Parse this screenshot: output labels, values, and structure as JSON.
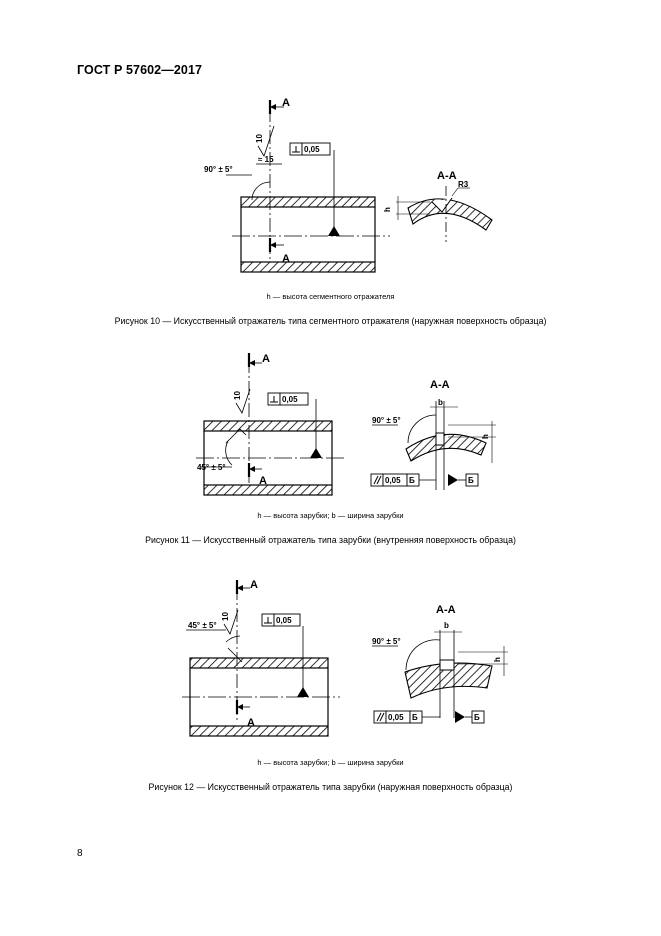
{
  "header": {
    "doc_id": "ГОСТ Р 57602—2017"
  },
  "figures": [
    {
      "legend": "h — высота сегментного отражателя",
      "caption": "Рисунок  10 — Искусственный отражатель типа сегментного отражателя (наружная поверхность образца)",
      "labels": {
        "section_a": "А",
        "section_aa": "А-А",
        "roughness": "10",
        "angle": "90° ± 5°",
        "dim": "≈ 15",
        "tol": "0,05",
        "radius": "R3",
        "h": "h"
      }
    },
    {
      "legend": "h — высота зарубки; b — ширина зарубки",
      "caption": "Рисунок  11 — Искусственный отражатель типа зарубки (внутренняя поверхность образца)",
      "labels": {
        "section_a": "А",
        "section_aa": "А-А",
        "roughness": "10",
        "angle45": "45° ± 5°",
        "angle90": "90° ± 5°",
        "tol": "0,05",
        "b": "b",
        "h": "h",
        "datum": "Б"
      }
    },
    {
      "legend": "h — высота зарубки; b — ширина зарубки",
      "caption": "Рисунок  12 — Искусственный отражатель типа зарубки (наружная поверхность образца)",
      "labels": {
        "section_a": "А",
        "section_aa": "А-А",
        "roughness": "10",
        "angle45": "45° ± 5°",
        "angle90": "90° ± 5°",
        "tol": "0,05",
        "b": "b",
        "h": "h",
        "datum": "Б"
      }
    }
  ],
  "page_number": "8"
}
